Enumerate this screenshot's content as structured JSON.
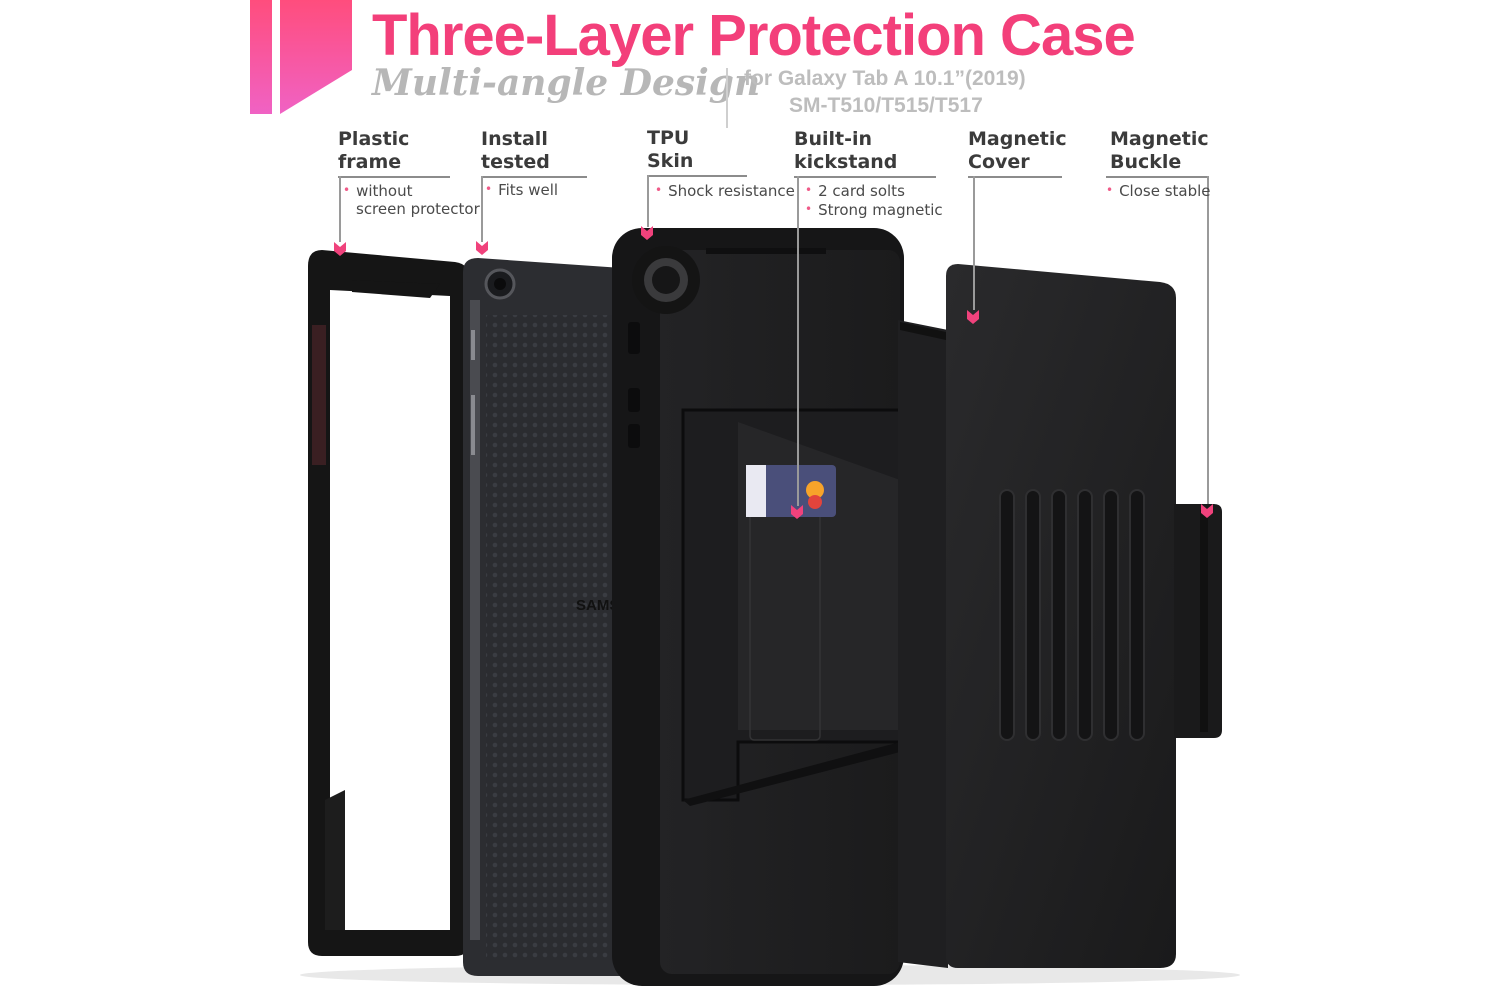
{
  "header": {
    "title": "Three-Layer Protection Case",
    "subtitle": "Multi-angle Design",
    "model_line1": "for Galaxy Tab A 10.1”(2019)",
    "model_line2": "SM-T510/T515/T517"
  },
  "features": [
    {
      "title1": "Plastic",
      "title2": "frame",
      "bullet1": "without",
      "bullet2": "screen protector"
    },
    {
      "title1": "Install",
      "title2": "tested",
      "bullet1": "Fits well"
    },
    {
      "title1": "TPU",
      "title2": "Skin",
      "bullet1": "Shock resistance"
    },
    {
      "title1": "Built-in",
      "title2": "kickstand",
      "bullet1": "2 card solts",
      "bullet2": "Strong magnetic"
    },
    {
      "title1": "Magnetic",
      "title2": "Cover"
    },
    {
      "title1": "Magnetic",
      "title2": "Buckle",
      "bullet1": "Close stable"
    }
  ],
  "product": {
    "tablet_brand": "SAMSUNG"
  },
  "colors": {
    "accent": "#f33f7a",
    "accent_gradient_top": "#ff4f80",
    "accent_gradient_bottom": "#f063c0",
    "case_black": "#1c1c1e"
  }
}
